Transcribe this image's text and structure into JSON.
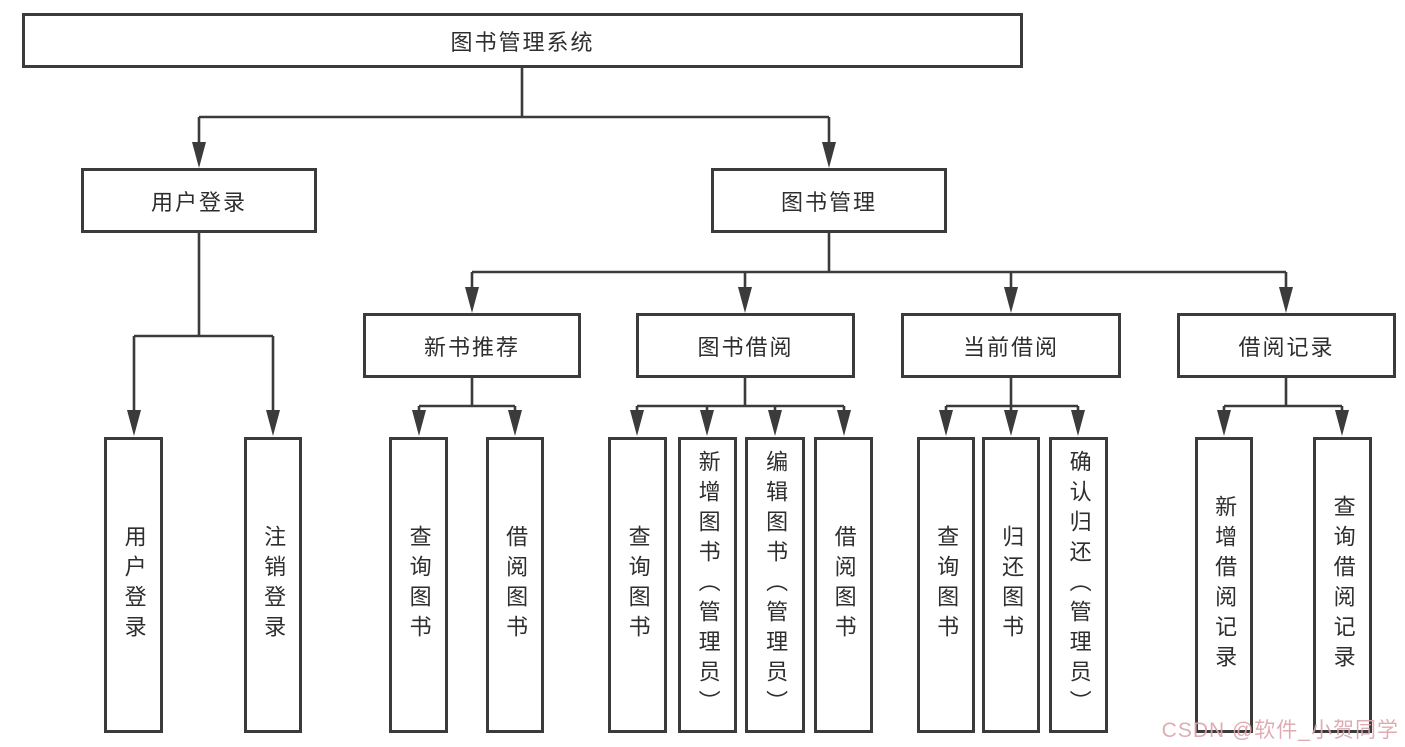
{
  "tree": {
    "label": "图书管理系统",
    "children": [
      {
        "label": "用户登录",
        "children": [
          {
            "label": "用户登录"
          },
          {
            "label": "注销登录"
          }
        ]
      },
      {
        "label": "图书管理",
        "children": [
          {
            "label": "新书推荐",
            "children": [
              {
                "label": "查询图书"
              },
              {
                "label": "借阅图书"
              }
            ]
          },
          {
            "label": "图书借阅",
            "children": [
              {
                "label": "查询图书"
              },
              {
                "label": "新增图书（管理员）"
              },
              {
                "label": "编辑图书（管理员）"
              },
              {
                "label": "借阅图书"
              }
            ]
          },
          {
            "label": "当前借阅",
            "children": [
              {
                "label": "查询图书"
              },
              {
                "label": "归还图书"
              },
              {
                "label": "确认归还（管理员）"
              }
            ]
          },
          {
            "label": "借阅记录",
            "children": [
              {
                "label": "新增借阅记录"
              },
              {
                "label": "查询借阅记录"
              }
            ]
          }
        ]
      }
    ]
  },
  "watermark": {
    "text": "CSDN @软件_小贺同学",
    "color": "#dda6ae"
  },
  "colors": {
    "line": "#3b3b3b",
    "text": "#2e2e2e",
    "background": "#ffffff"
  }
}
